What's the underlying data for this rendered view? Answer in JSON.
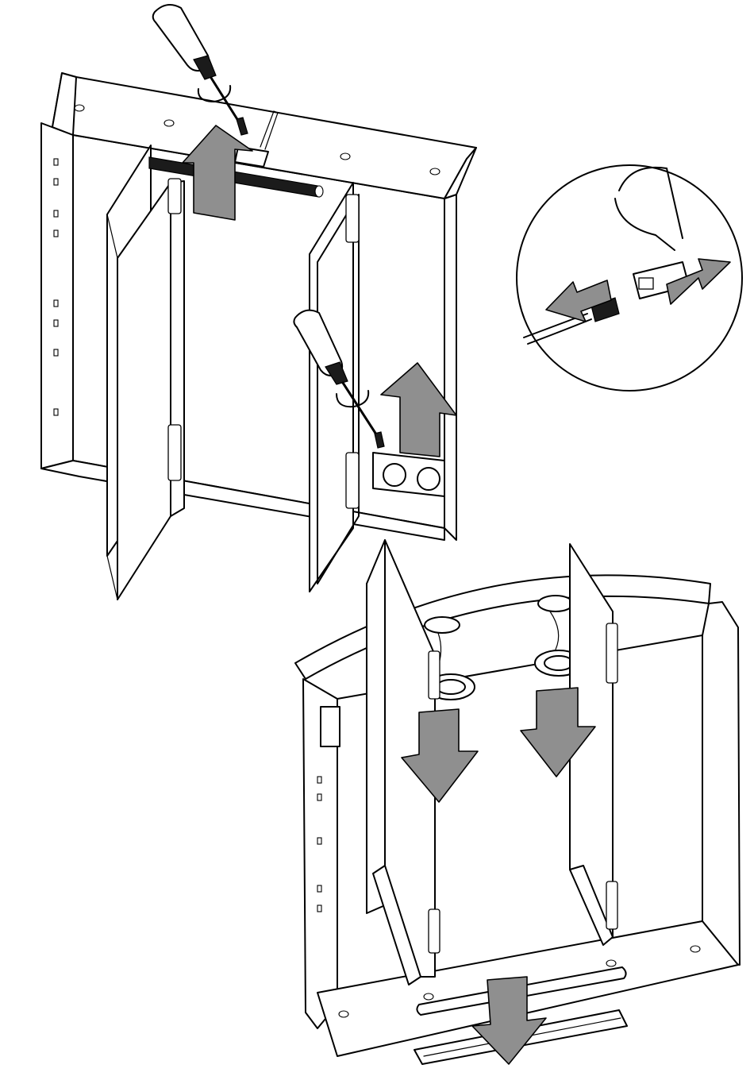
{
  "figure": {
    "steps": [
      {
        "id": "remove-light-bar-and-socket-box"
      },
      {
        "id": "disconnect-cable-connector"
      },
      {
        "id": "remove-spotlights-and-light-tube"
      }
    ]
  },
  "colors": {
    "line": "#000000",
    "arrow_fill": "#8f8f8f",
    "background": "#ffffff"
  },
  "icons": [
    "screwdriver-icon",
    "rotate-icon",
    "arrow-up-icon",
    "arrow-down-icon",
    "arrow-left-icon",
    "arrow-right-icon"
  ]
}
